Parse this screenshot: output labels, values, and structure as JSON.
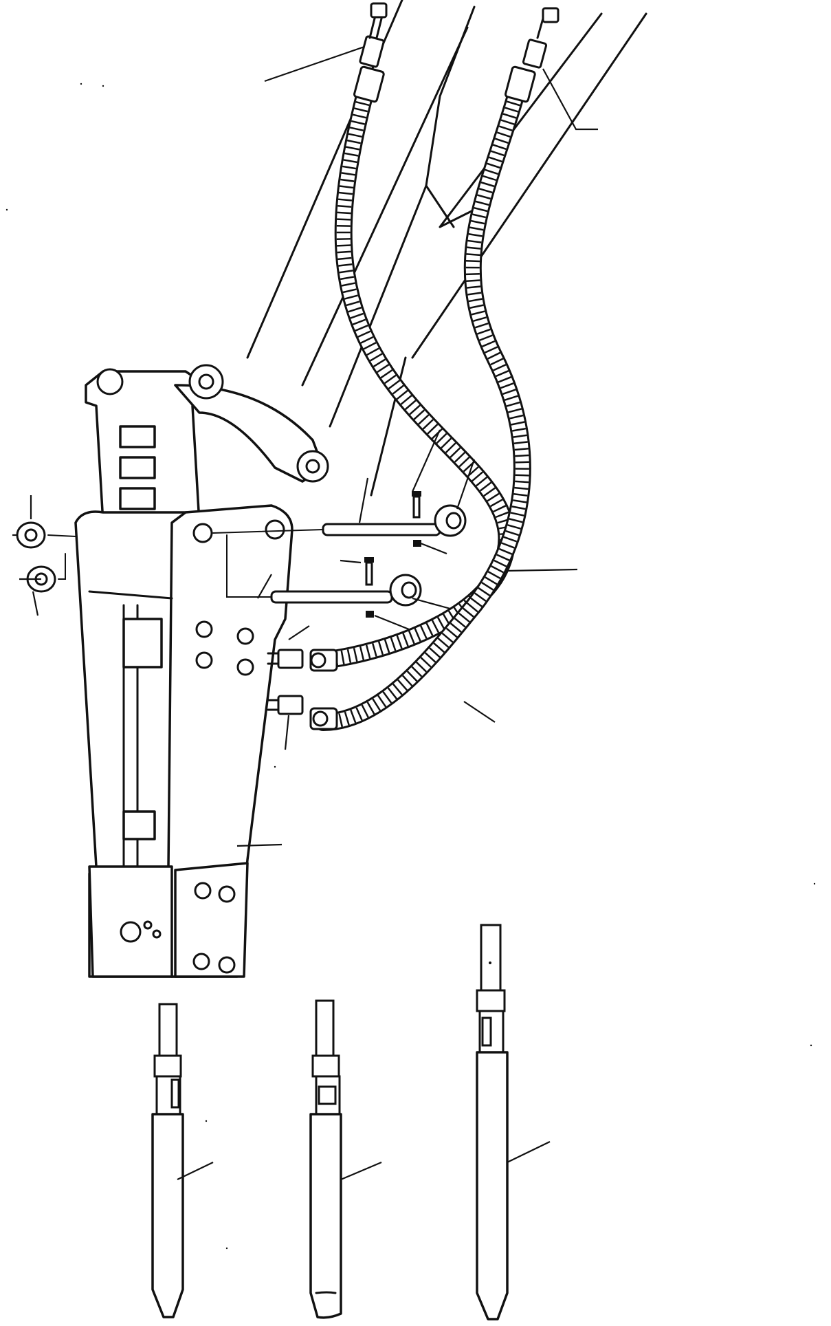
{
  "colors": {
    "line": "#111111",
    "background": "#ffffff"
  },
  "parts": [
    {
      "name": "boom-arm",
      "kind": "structure"
    },
    {
      "name": "breaker-mount-bracket",
      "kind": "structure"
    },
    {
      "name": "hydraulic-breaker-body",
      "kind": "tool"
    },
    {
      "name": "hydraulic-hose",
      "count": 2
    },
    {
      "name": "hose-end-fitting",
      "count": 4
    },
    {
      "name": "mounting-pin",
      "count": 2
    },
    {
      "name": "bushing",
      "count": 4
    },
    {
      "name": "lock-bolt",
      "count": 2
    },
    {
      "name": "lock-nut",
      "count": 2
    },
    {
      "name": "chisel-point-tool"
    },
    {
      "name": "chisel-wedge-tool"
    },
    {
      "name": "chisel-long-point-tool"
    }
  ]
}
